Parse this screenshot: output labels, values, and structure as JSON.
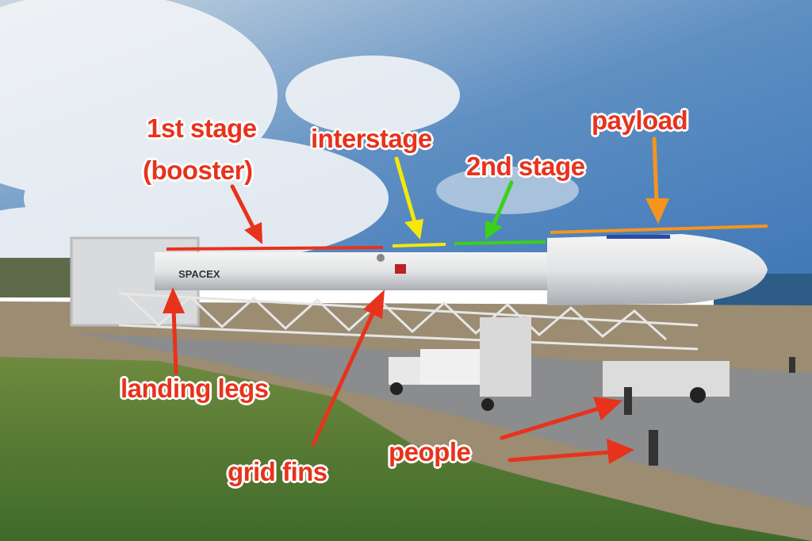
{
  "labels": {
    "first_stage": "1st stage",
    "booster": "(booster)",
    "interstage": "interstage",
    "second_stage": "2nd stage",
    "payload": "payload",
    "landing_legs": "landing legs",
    "grid_fins": "grid fins",
    "people": "people"
  },
  "colors": {
    "red": "#e8321c",
    "yellow": "#f4e80a",
    "green": "#3ad11a",
    "orange": "#f7941d"
  }
}
